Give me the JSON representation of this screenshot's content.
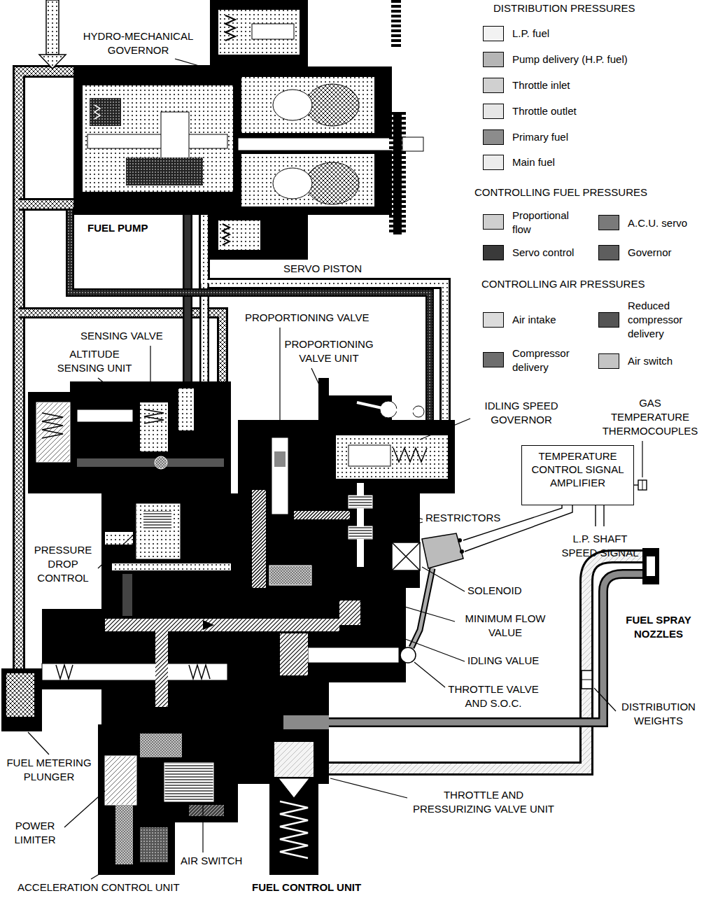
{
  "diagram": {
    "nodes": [
      {
        "text": [
          "TEMPERATURE CONTROL SIGNAL AMPLIFIER"
        ]
      }
    ],
    "labels": [
      "HYDRO-MECHANICAL GOVERNOR",
      "FUEL PUMP",
      "SERVO PISTON",
      "PROPORTIONING VALVE",
      "PROPORTIONING VALVE UNIT",
      "SENSING VALVE",
      "ALTITUDE SENSING UNIT",
      "IDLING SPEED GOVERNOR",
      "GAS TEMPERATURE THERMOCOUPLES",
      "RESTRICTORS",
      "L.P. SHAFT SPEED SIGNAL",
      "PRESSURE DROP CONTROL",
      "SOLENOID",
      "MINIMUM FLOW VALUE",
      "FUEL SPRAY NOZZLES",
      "IDLING VALUE",
      "THROTTLE VALVE AND S.O.C.",
      "DISTRIBUTION WEIGHTS",
      "FUEL METERING PLUNGER",
      "THROTTLE AND PRESSURIZING VALVE UNIT",
      "POWER LIMITER",
      "AIR SWITCH",
      "ACCELERATION CONTROL UNIT",
      "FUEL CONTROL UNIT",
      "DISTRIBUTION PRESSURES",
      "CONTROLLING FUEL PRESSURES",
      "CONTROLLING AIR PRESSURES"
    ],
    "legend": [
      {
        "text": "L.P. fuel",
        "color": "#f2f2f2"
      },
      {
        "text": "Pump delivery (H.P. fuel)",
        "color": "#b5b5b5"
      },
      {
        "text": "Throttle inlet",
        "color": "#d0d0d0"
      },
      {
        "text": "Throttle outlet",
        "color": "#e6e6e6"
      },
      {
        "text": "Primary fuel",
        "color": "#8c8c8c"
      },
      {
        "text": "Main fuel",
        "color": "#ececec"
      },
      {
        "text": "Proportional flow",
        "color": "#cfcfcf"
      },
      {
        "text": "A.C.U. servo",
        "color": "#7a7a7a"
      },
      {
        "text": "Servo control",
        "color": "#3a3a3a"
      },
      {
        "text": "Governor",
        "color": "#5e5e5e"
      },
      {
        "text": "Air intake",
        "color": "#dcdcdc"
      },
      {
        "text": "Reduced compressor delivery",
        "color": "#555555"
      },
      {
        "text": "Compressor delivery",
        "color": "#6e6e6e"
      },
      {
        "text": "Air switch",
        "color": "#c4c4c4"
      }
    ]
  }
}
